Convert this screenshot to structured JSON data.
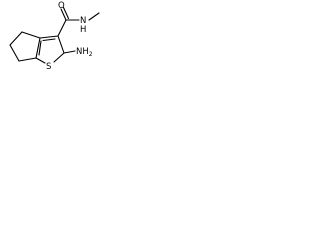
{
  "molecule": {
    "atom_labels": {
      "carbonyl_oxygen": "O",
      "amide_nitrogen": "N",
      "amide_hydrogen": "H",
      "ring_sulfur": "S",
      "amino_group": "NH",
      "amino_subscript": "2"
    }
  }
}
